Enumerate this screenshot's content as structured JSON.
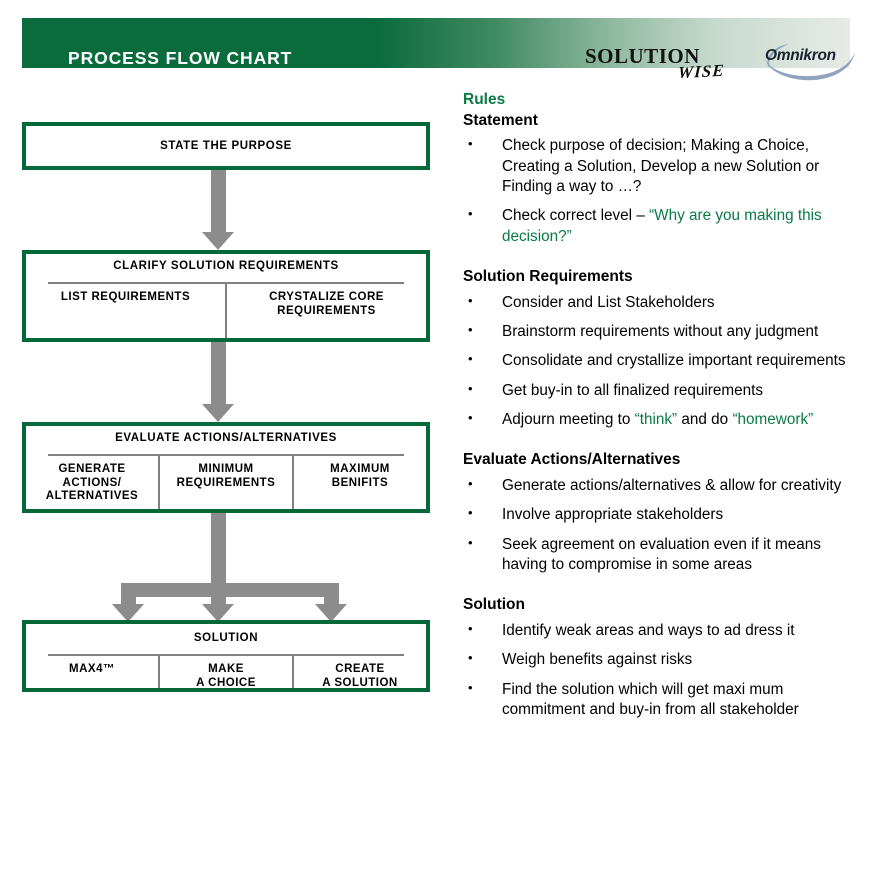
{
  "header": {
    "title": "PROCESS FLOW CHART",
    "accent_green": "#056839",
    "logos": [
      {
        "name": "solutionwise-logo",
        "line1": "SOLUTION",
        "line2": "WISE"
      },
      {
        "name": "omnikron-logo",
        "text": "Omnikron",
        "swoosh_color": "#7d94b3"
      }
    ]
  },
  "flowchart": {
    "boxes": [
      {
        "id": "state-the-purpose",
        "title": "STATE THE PURPOSE",
        "cells": []
      },
      {
        "id": "clarify-solution-requirements",
        "title": "CLARIFY SOLUTION REQUIREMENTS",
        "cells": [
          "LIST REQUIREMENTS",
          "CRYSTALIZE CORE\nREQUIREMENTS"
        ]
      },
      {
        "id": "evaluate-actions-alternatives",
        "title": "EVALUATE ACTIONS/ALTERNATIVES",
        "cells": [
          "GENERATE\nACTIONS/\nALTERNATIVES",
          "MINIMUM\nREQUIREMENTS",
          "MAXIMUM\nBENIFITS"
        ]
      },
      {
        "id": "solution",
        "title": "SOLUTION",
        "cells": [
          "MAX4™",
          "MAKE\nA CHOICE",
          "CREATE\nA SOLUTION"
        ]
      }
    ],
    "connector_color": "#8c8c8c",
    "connector_count": 3,
    "fork_branches": 3
  },
  "rules": {
    "heading": "Rules",
    "sections": [
      {
        "id": "statement",
        "title": "Statement",
        "items": [
          {
            "text": "Check purpose of decision; Making a Choice, Creating a Solution, Develop a new Solution or Finding a way to …?"
          },
          {
            "prefix": "Check correct level – ",
            "green": "“Why are you making this decision?”"
          }
        ]
      },
      {
        "id": "solution-requirements",
        "title": "Solution Requirements",
        "items": [
          {
            "text": "Consider and List Stakeholders"
          },
          {
            "text": "Brainstorm requirements without any judgment"
          },
          {
            "text": "Consolidate and crystallize important requirements"
          },
          {
            "text": "Get buy-in to all finalized requirements"
          },
          {
            "prefix": "Adjourn meeting to ",
            "green": "“think”",
            "middle": " and do ",
            "green2": "“homework”"
          }
        ]
      },
      {
        "id": "evaluate-actions-alternatives",
        "title": "Evaluate Actions/Alternatives",
        "items": [
          {
            "text": "Generate actions/alternatives & allow for creativity"
          },
          {
            "text": "Involve appropriate stakeholders"
          },
          {
            "text": "Seek agreement on evaluation even if it means having to compromise in some areas"
          }
        ]
      },
      {
        "id": "solution",
        "title": "Solution",
        "items": [
          {
            "text": "Identify weak areas and ways to ad dress it"
          },
          {
            "text": "Weigh benefits against risks"
          },
          {
            "text": "Find the solution which will get maxi mum commitment and buy-in from all stakeholder"
          }
        ]
      }
    ]
  }
}
